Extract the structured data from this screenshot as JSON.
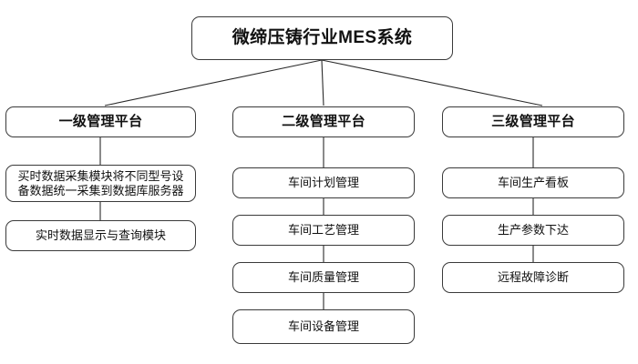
{
  "diagram": {
    "title_box": {
      "label": "微缔压铸行业MES系统"
    },
    "columns": [
      {
        "platform": "一级管理平台",
        "items": [
          "买时数据采集模块将不同型号设\n备数据统一采集到数据库服务器",
          "实时数据显示与查询模块"
        ]
      },
      {
        "platform": "二级管理平台",
        "items": [
          "车间计划管理",
          "车间工艺管理",
          "车间质量管理",
          "车间设备管理"
        ]
      },
      {
        "platform": "三级管理平台",
        "items": [
          "车间生产看板",
          "生产参数下达",
          "远程故障诊断"
        ]
      }
    ],
    "colors": {
      "background": "#ffffff",
      "box_fill": "#ffffff",
      "box_border": "#3a3a3a",
      "connector": "#2b2b2b",
      "text": "#111111"
    }
  }
}
